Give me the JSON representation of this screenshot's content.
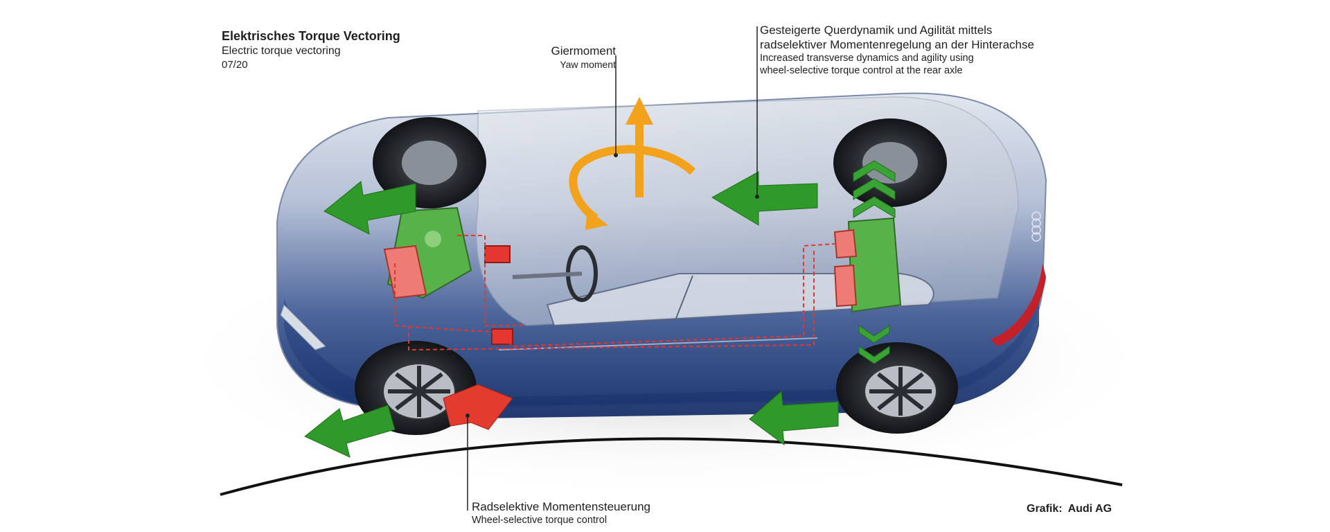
{
  "header": {
    "title_de": "Elektrisches Torque Vectoring",
    "title_en": "Electric torque vectoring",
    "date": "07/20"
  },
  "callouts": {
    "yaw": {
      "de": "Giermoment",
      "en": "Yaw moment"
    },
    "rear_axle": {
      "de_line1": "Gesteigerte Querdynamik und Agilität mittels",
      "de_line2": "radselektiver Momentenregelung an der Hinterachse",
      "en_line1": "Increased transverse dynamics and agility using",
      "en_line2": "wheel-selective torque control at the rear axle"
    },
    "wheel_selective": {
      "de": "Radselektive Momentensteuerung",
      "en": "Wheel-selective torque control"
    }
  },
  "credit": {
    "label": "Grafik:",
    "owner": "Audi AG"
  },
  "colors": {
    "car_body": "#2e4a86",
    "car_glass": "#c9cfd9",
    "force_arrow": "#2f9a2a",
    "torque_arrow": "#e33b2e",
    "yaw_arrow": "#f2a21b",
    "motor_green": "#58b24a",
    "control_red": "#e5372f",
    "road_line": "#111111"
  },
  "icons": [
    "green-force-arrow",
    "red-torque-arrow",
    "yaw-moment-arrow",
    "torque-chevron-stack",
    "electric-motor",
    "control-unit"
  ]
}
